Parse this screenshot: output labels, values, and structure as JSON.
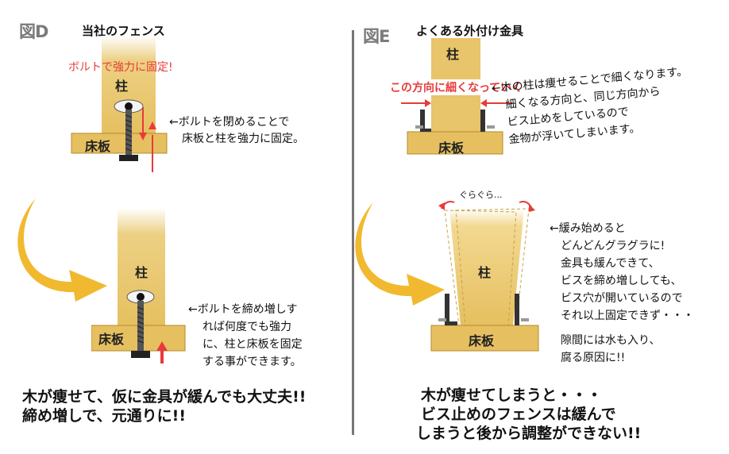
{
  "panel_d": {
    "fig_label": "図D",
    "title": "当社のフェンス",
    "bolt_callout": "ボルトで強力に固定!",
    "post_label_top": "柱",
    "floor_label_top": "床板",
    "top_note": [
      "←ボルトを閉めることで",
      "床板と柱を強力に固定。"
    ],
    "post_label_bottom": "柱",
    "floor_label_bottom": "床板",
    "bottom_note": [
      "←ボルトを締め増しす",
      "れば何度でも強力",
      "に、柱と床板を固定",
      "する事ができます。"
    ],
    "conclusion": [
      "木が痩せて、仮に金具が緩んでも大丈夫!!",
      "締め増しで、元通りに!!"
    ]
  },
  "panel_e": {
    "fig_label": "図E",
    "title": "よくある外付け金具",
    "post_label_top": "柱",
    "floor_label_top": "床板",
    "direction_callout": "この方向に細くなっていく",
    "top_note": [
      "←木の柱は痩せることで細くなります。",
      "細くなる方向と、同じ方向から",
      "ビス止めをしているので",
      "金物が浮いてしまいます。"
    ],
    "wobble_label": "ぐらぐら...",
    "post_label_bottom": "柱",
    "floor_label_bottom": "床板",
    "bottom_note": [
      "←緩み始めると",
      "どんどんグラグラに!",
      "金具も緩んできて、",
      "ビスを締め増ししても、",
      "ビス穴が開いているので",
      "それ以上固定できず・・・"
    ],
    "water_note": [
      "隙間には水も入り、",
      "腐る原因に!!"
    ],
    "conclusion": [
      "木が痩せてしまうと・・・",
      "ビス止めのフェンスは緩んで",
      "しまうと後から調整ができない!!"
    ]
  },
  "colors": {
    "wood": "#e8c46a",
    "wood_light": "#f4dc96",
    "arrow_gold": "#f1b92f",
    "red": "#e83a3a",
    "divider": "#777777"
  }
}
